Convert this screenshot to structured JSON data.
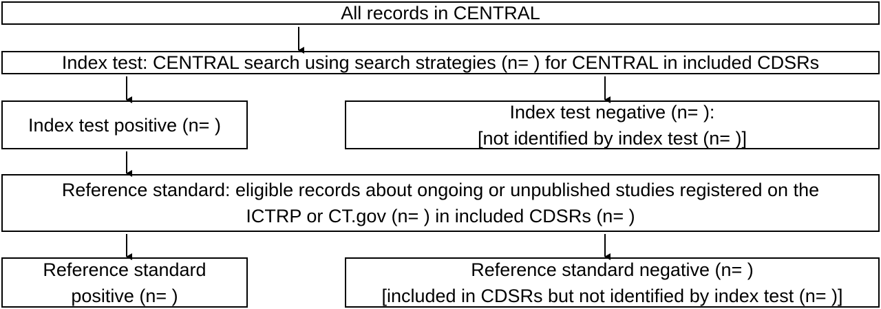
{
  "nodes": {
    "all_records": {
      "lines": [
        "All records in CENTRAL"
      ]
    },
    "index_test": {
      "lines": [
        "Index test: CENTRAL search using search strategies (n= ) for CENTRAL in included CDSRs"
      ]
    },
    "index_positive": {
      "lines": [
        "Index test positive (n= )"
      ]
    },
    "index_negative": {
      "lines": [
        "Index test negative (n= ):",
        "[not identified by index test (n= )]"
      ]
    },
    "reference_standard": {
      "lines": [
        "Reference standard: eligible records about ongoing or unpublished studies registered on the",
        "ICTRP or CT.gov (n= ) in included CDSRs (n= )"
      ]
    },
    "reference_positive": {
      "lines": [
        "Reference standard",
        "positive (n= )"
      ]
    },
    "reference_negative": {
      "lines": [
        "Reference standard negative (n= )",
        "[included in CDSRs but not identified by index test (n= )]"
      ]
    }
  },
  "edges": [
    {
      "from": "all_records",
      "to": "index_test"
    },
    {
      "from": "index_test",
      "to": "index_positive"
    },
    {
      "from": "index_test",
      "to": "index_negative"
    },
    {
      "from": "index_positive",
      "to": "reference_standard"
    },
    {
      "from": "reference_standard",
      "to": "reference_positive"
    },
    {
      "from": "reference_standard",
      "to": "reference_negative"
    }
  ]
}
